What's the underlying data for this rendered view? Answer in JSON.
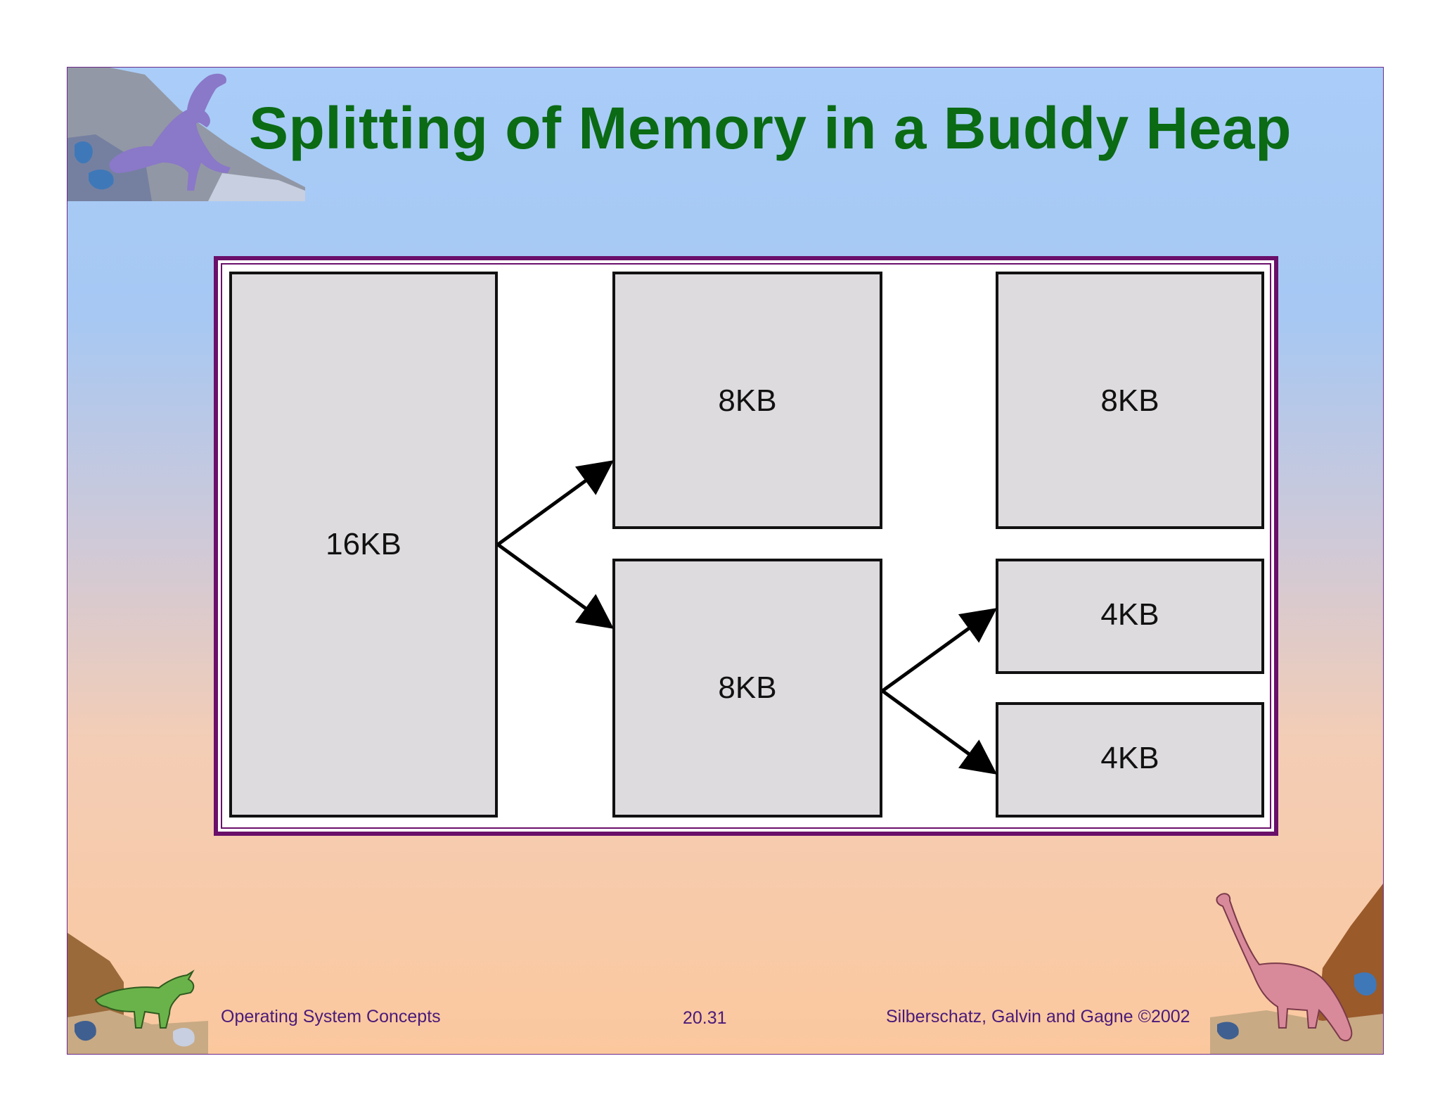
{
  "slide": {
    "title": "Splitting of Memory in a Buddy Heap"
  },
  "diagram": {
    "root": {
      "label": "16KB"
    },
    "level1_top": {
      "label": "8KB"
    },
    "level1_bottom": {
      "label": "8KB"
    },
    "level2_top": {
      "label": "8KB"
    },
    "level2_mid": {
      "label": "4KB"
    },
    "level2_bottom": {
      "label": "4KB"
    }
  },
  "footer": {
    "left": "Operating System Concepts",
    "center": "20.31",
    "right": "Silberschatz, Galvin and  Gagne ©2002"
  },
  "colors": {
    "title": "#0b6a14",
    "frame": "#6a0f6a",
    "block_fill": "#dddbde",
    "footer_text": "#4a1a7a"
  }
}
